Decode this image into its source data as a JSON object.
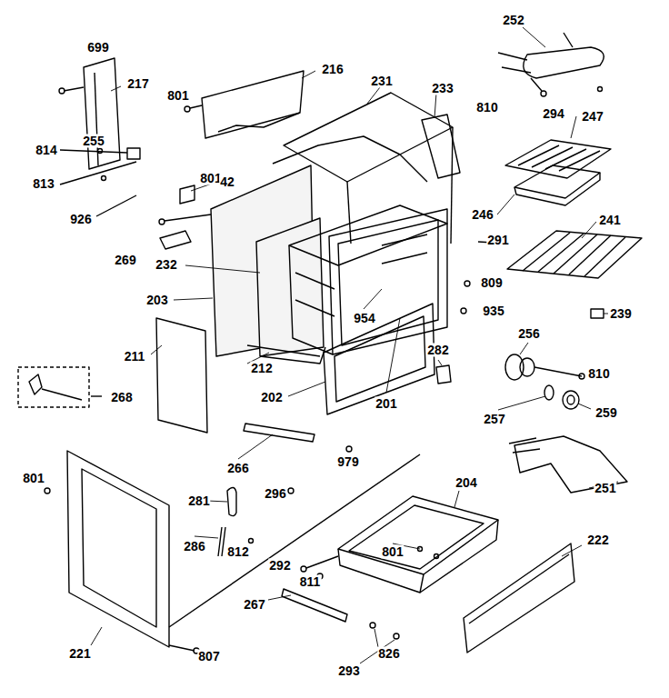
{
  "diagram": {
    "labels": [
      "699",
      "217",
      "216",
      "231",
      "233",
      "252",
      "801",
      "810",
      "294",
      "247",
      "814",
      "255",
      "813",
      "801",
      "42",
      "926",
      "246",
      "241",
      "269",
      "291",
      "232",
      "809",
      "203",
      "954",
      "935",
      "239",
      "256",
      "282",
      "211",
      "810",
      "212",
      "268",
      "202",
      "201",
      "257",
      "259",
      "979",
      "266",
      "251",
      "204",
      "801",
      "296",
      "222",
      "281",
      "801",
      "292",
      "286",
      "812",
      "811",
      "267",
      "221",
      "826",
      "807",
      "293"
    ]
  }
}
